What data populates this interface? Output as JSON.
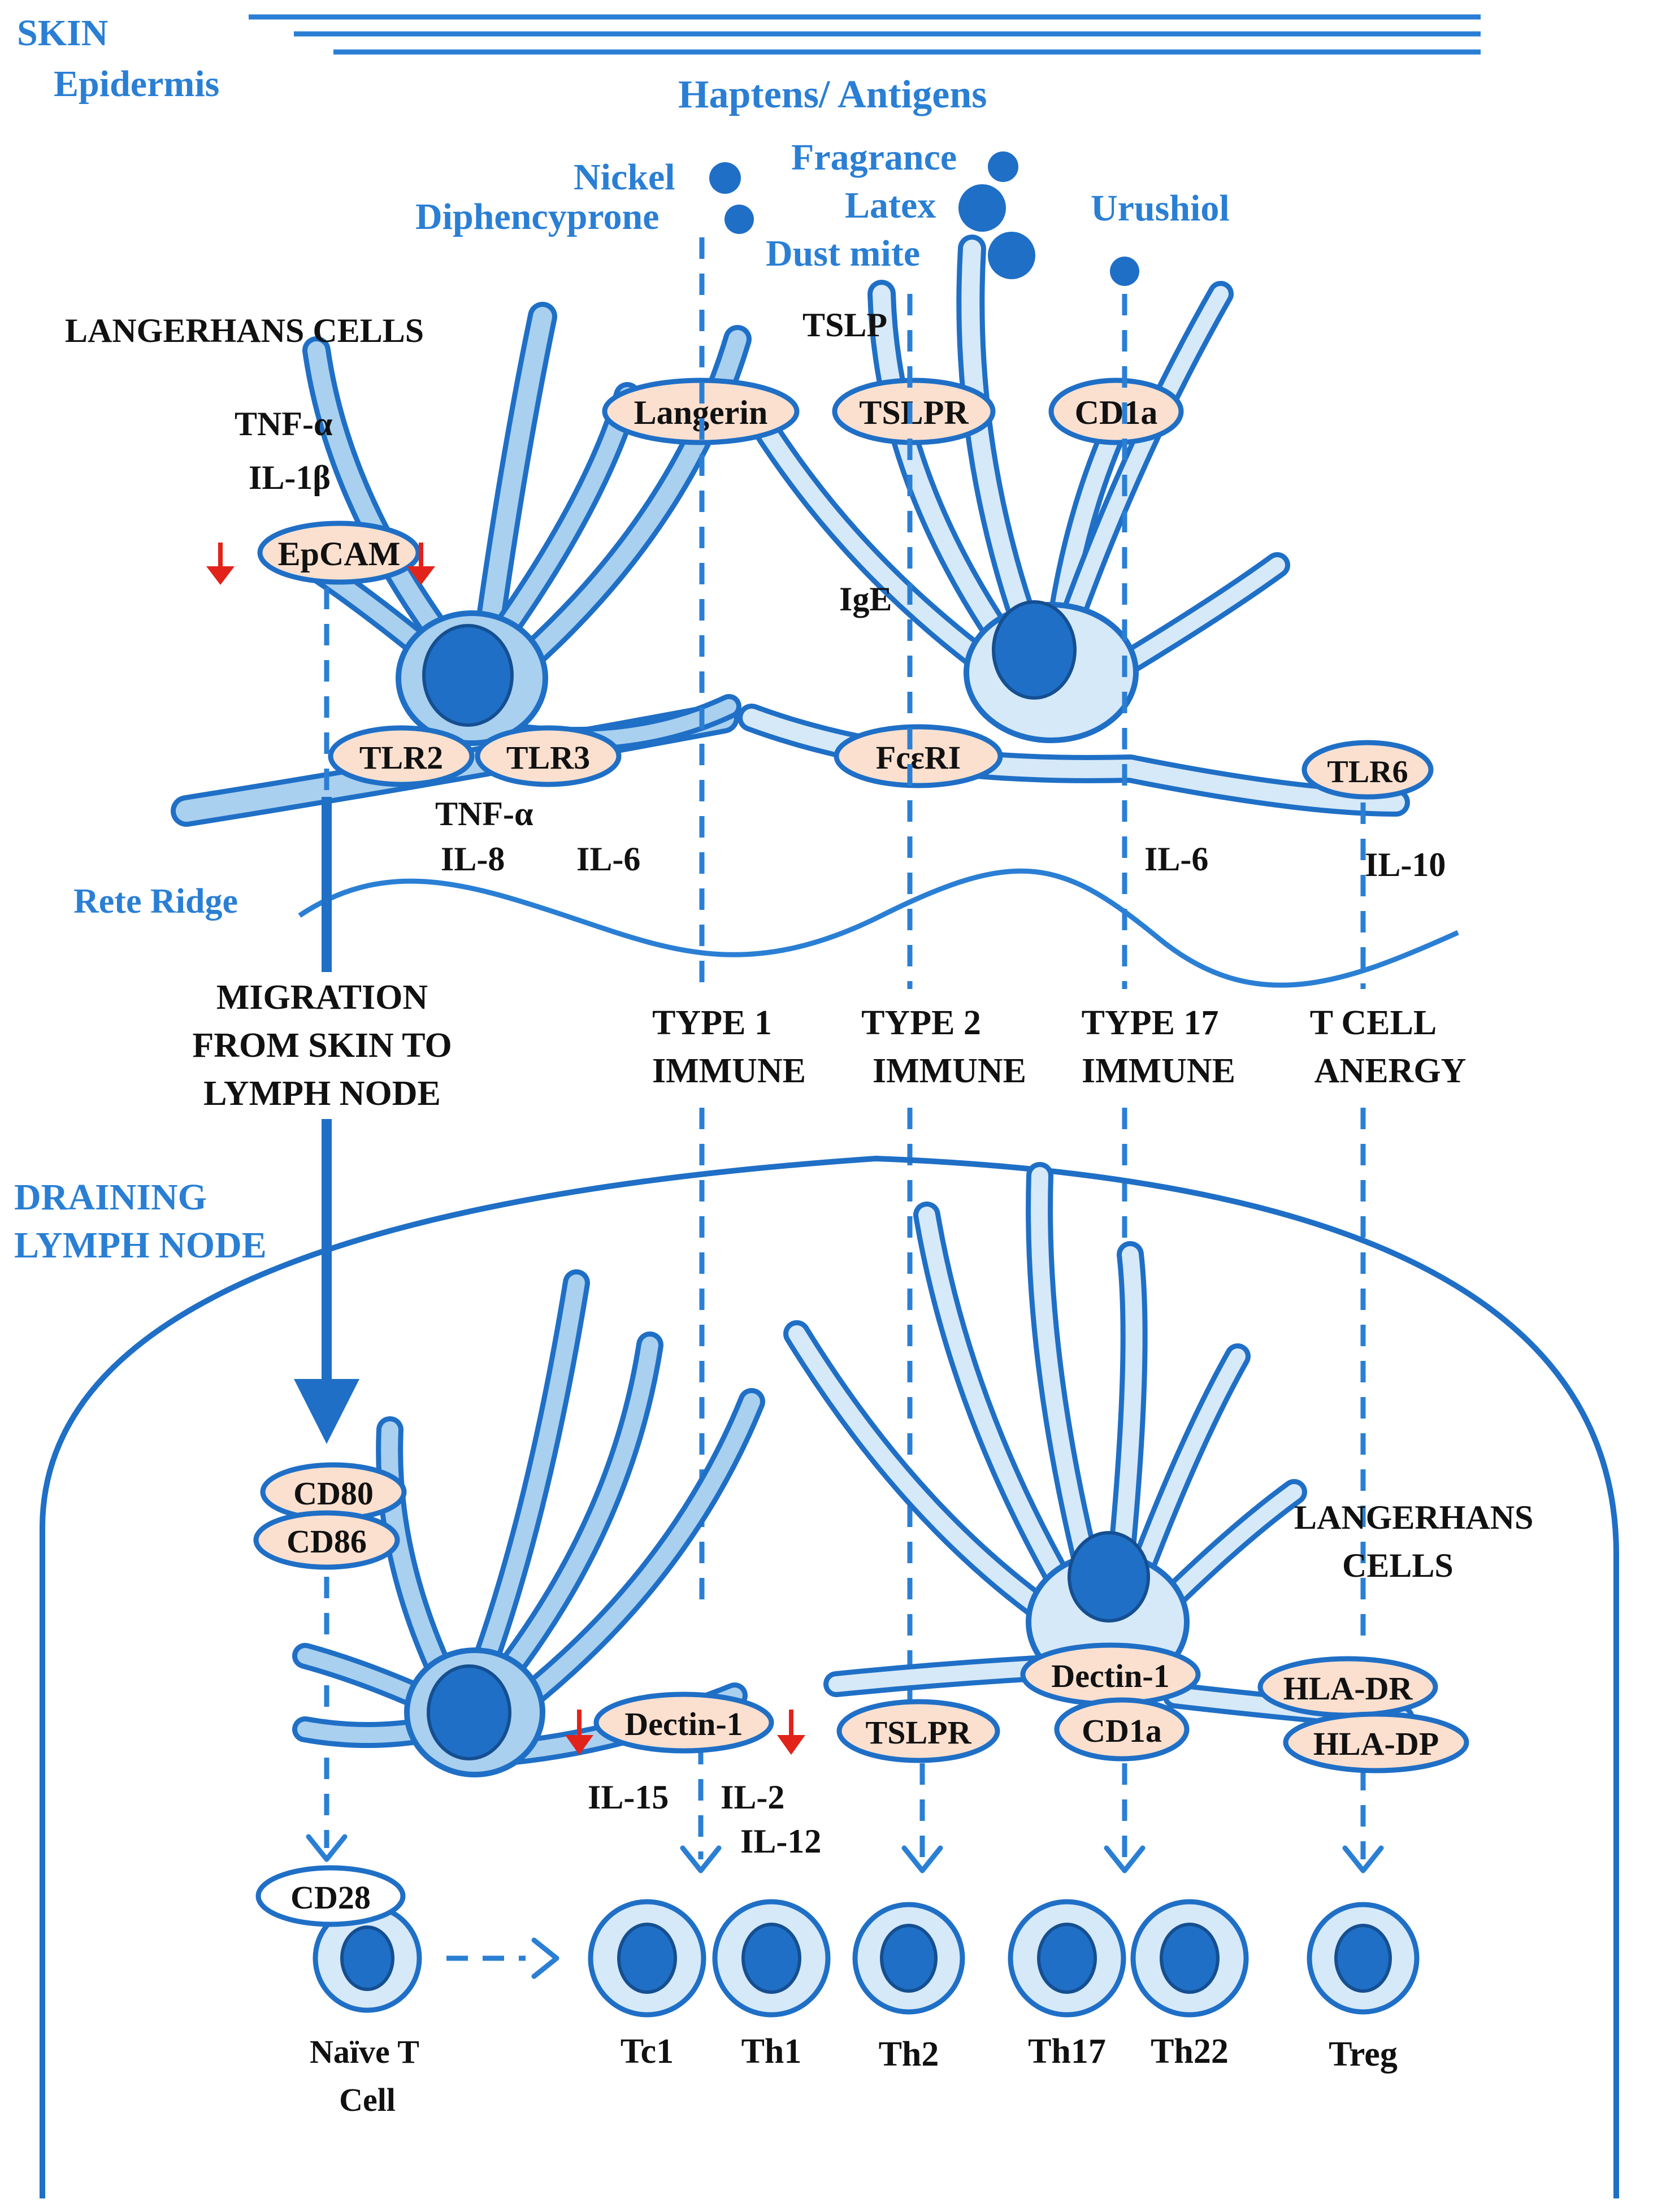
{
  "labels": {
    "skin": "SKIN",
    "epidermis": "Epidermis",
    "haptens": "Haptens/ Antigens",
    "nickel": "Nickel",
    "diphencyprone": "Diphencyprone",
    "fragrance": "Fragrance",
    "latex": "Latex",
    "dust_mite": "Dust mite",
    "urushiol": "Urushiol",
    "langerhans_cells_top": "LANGERHANS CELLS",
    "tslp": "TSLP",
    "tnf_top": "TNF-α",
    "il1b": "IL-1β",
    "ige": "IgE",
    "tnf_mid": "TNF-α",
    "il8": "IL-8",
    "il6_left": "IL-6",
    "il6_right": "IL-6",
    "il10": "IL-10",
    "rete_ridge": "Rete Ridge",
    "migration_1": "MIGRATION",
    "migration_2": "FROM SKIN TO",
    "migration_3": "LYMPH NODE",
    "type1_1": "TYPE 1",
    "type1_2": "IMMUNE",
    "type2_1": "TYPE 2",
    "type2_2": "IMMUNE",
    "type17_1": "TYPE 17",
    "type17_2": "IMMUNE",
    "anergy_1": "T CELL",
    "anergy_2": "ANERGY",
    "draining_1": "DRAINING",
    "draining_2": "LYMPH NODE",
    "langerhans_ln_1": "LANGERHANS",
    "langerhans_ln_2": "CELLS",
    "il15": "IL-15",
    "il2": "IL-2",
    "il12": "IL-12",
    "naive_1": "Naïve T",
    "naive_2": "Cell"
  },
  "receptors": {
    "langerin": "Langerin",
    "tslpr_top": "TSLPR",
    "cd1a_top": "CD1a",
    "epcam": "EpCAM",
    "tlr2": "TLR2",
    "tlr3": "TLR3",
    "fceri": "FcεRI",
    "tlr6": "TLR6",
    "cd80": "CD80",
    "cd86": "CD86",
    "dectin_left": "Dectin-1",
    "tslpr_bottom": "TSLPR",
    "dectin_right": "Dectin-1",
    "cd1a_bottom": "CD1a",
    "hla_dr": "HLA-DR",
    "hla_dp": "HLA-DP",
    "cd28": "CD28"
  },
  "t_cells": [
    "Tc1",
    "Th1",
    "Th2",
    "Th17",
    "Th22",
    "Treg"
  ],
  "colors": {
    "label_blue": "#2a7fd4",
    "cell_outline": "#1f6fc6",
    "cell_fill": "#a9d0ef",
    "cell_fill_light": "#d6e9f8",
    "receptor_fill": "#fbe0cf",
    "down_arrow": "#e2231a"
  }
}
